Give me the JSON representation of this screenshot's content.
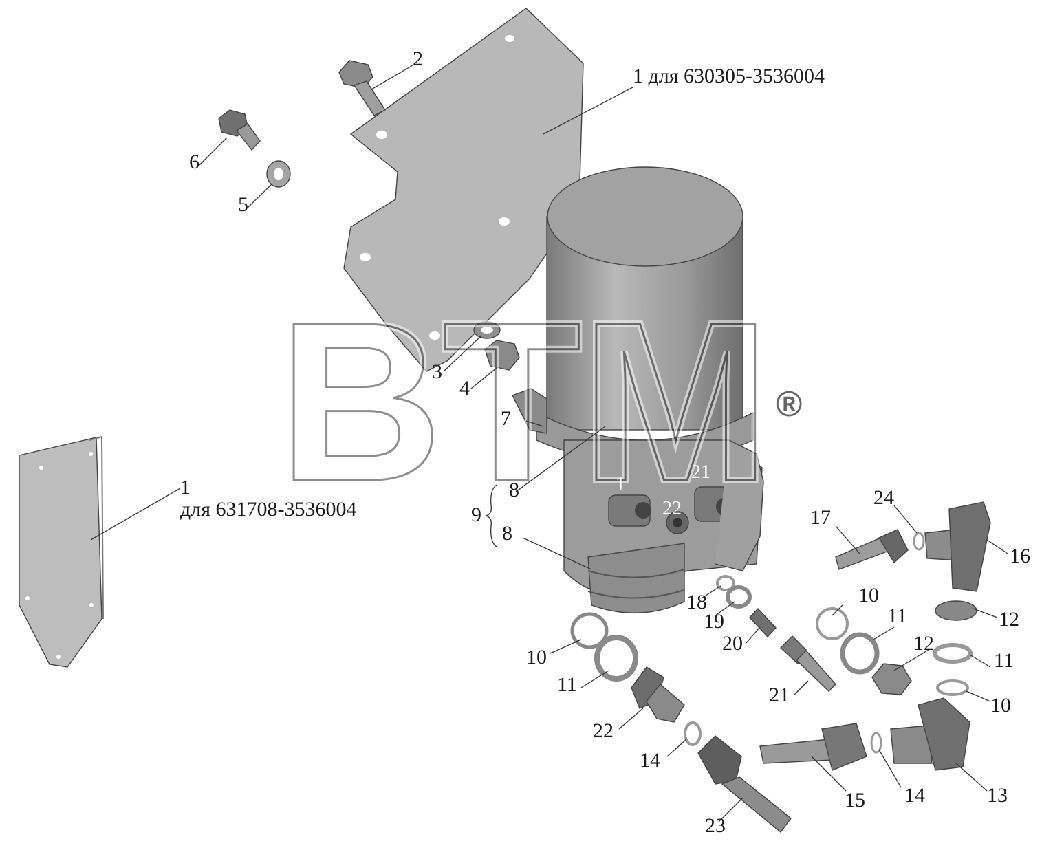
{
  "watermark": {
    "text": "BTM",
    "registered": "®"
  },
  "callouts": {
    "c1_top": "1 для 630305-3536004",
    "c1_left_num": "1",
    "c1_left_text": "для 631708-3536004",
    "c1_body": "1",
    "c2": "2",
    "c3": "3",
    "c4": "4",
    "c5": "5",
    "c6": "6",
    "c7": "7",
    "c8a": "8",
    "c8b": "8",
    "c9": "9",
    "c10a": "10",
    "c10b": "10",
    "c10c": "10",
    "c11a": "11",
    "c11b": "11",
    "c11c": "11",
    "c12a": "12",
    "c12b": "12",
    "c13": "13",
    "c14a": "14",
    "c14b": "14",
    "c15": "15",
    "c16": "16",
    "c17": "17",
    "c18": "18",
    "c19": "19",
    "c20": "20",
    "c21a": "21",
    "c21b": "21",
    "c22a": "22",
    "c22b": "22",
    "c23": "23",
    "c24": "24"
  }
}
